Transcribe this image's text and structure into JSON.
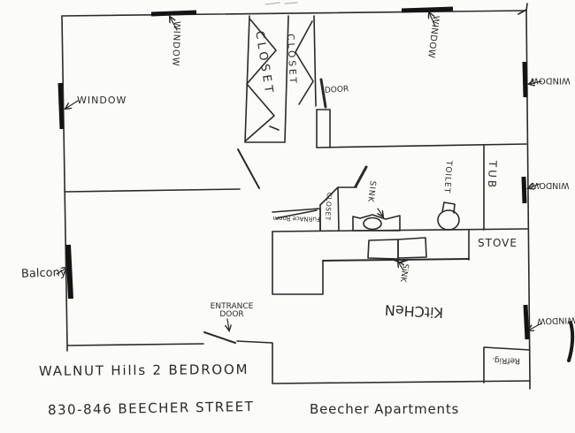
{
  "colors": {
    "paper": "#fbfbf9",
    "ink": "#2a2a2a",
    "wall_window": "#141414"
  },
  "titles": {
    "property": "WALNUT Hills 2 BEDROOM",
    "address": "830-846 BEECHER STREET",
    "building": "Beecher Apartments"
  },
  "windows": [
    {
      "location": "top-left",
      "text": "WINDOW"
    },
    {
      "location": "top-right",
      "text": "WINDOW"
    },
    {
      "location": "left",
      "text": "WINDOW"
    },
    {
      "location": "right-upper",
      "text": "WINDOW"
    },
    {
      "location": "right-bath",
      "text": "WINDOW"
    },
    {
      "location": "right-kitchen",
      "text": "WINDOW"
    }
  ],
  "labels": {
    "balcony": "Balcony",
    "entrance_line1": "ENTRANCE",
    "entrance_line2": "DOOR",
    "hall_door": "DOOR",
    "closet_left": "CLOSET",
    "closet_right": "CLOSET",
    "closet_hall": "CLOSET",
    "furnace_room": "FuRNAce Room",
    "sink_bath": "SINK",
    "toilet": "TOILET",
    "tub": "TUB",
    "stove": "STOVE",
    "sink_kitchen": "SiNK",
    "kitchen": "KitCHeN",
    "refrig": "RefRig."
  }
}
